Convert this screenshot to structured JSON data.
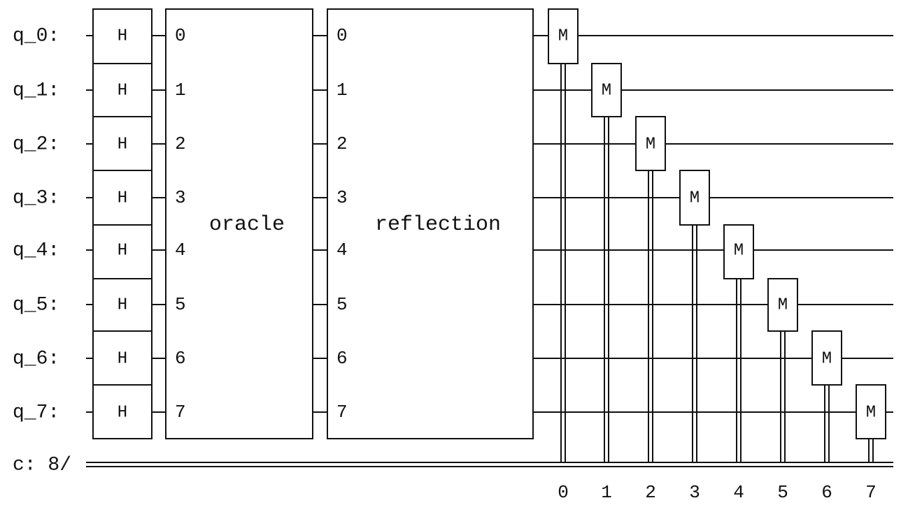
{
  "circuit": {
    "qubit_labels": [
      "q_0:",
      "q_1:",
      "q_2:",
      "q_3:",
      "q_4:",
      "q_5:",
      "q_6:",
      "q_7:"
    ],
    "classical_label": "c: 8/",
    "gate_label": "H",
    "oracle": {
      "label": "oracle",
      "port_labels": [
        "0",
        "1",
        "2",
        "3",
        "4",
        "5",
        "6",
        "7"
      ]
    },
    "reflection": {
      "label": "reflection",
      "port_labels": [
        "0",
        "1",
        "2",
        "3",
        "4",
        "5",
        "6",
        "7"
      ]
    },
    "measure_label": "M",
    "bit_labels": [
      "0",
      "1",
      "2",
      "3",
      "4",
      "5",
      "6",
      "7"
    ]
  },
  "colors": {
    "ink": "#111111",
    "background": "#ffffff"
  }
}
